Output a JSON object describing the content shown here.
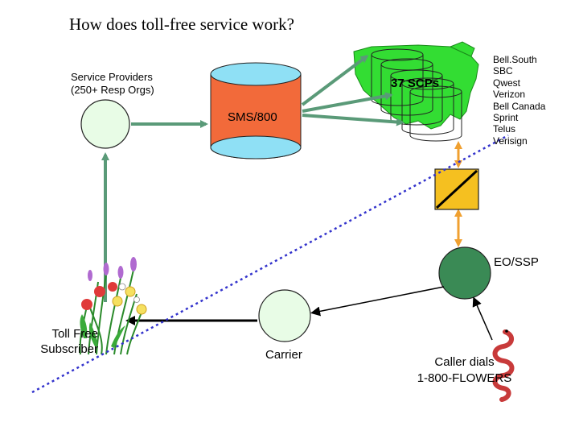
{
  "title": "How does toll-free service work?",
  "service_providers": {
    "line1": "Service Providers",
    "line2": "(250+ Resp Orgs)"
  },
  "sms_label": "SMS/800",
  "scp_label": "37 SCPs",
  "scp_carriers": [
    "Bell.South",
    "SBC",
    "Qwest",
    "Verizon",
    "Bell Canada",
    "Sprint",
    "Telus",
    "Verisign"
  ],
  "eo_label": "EO/SSP",
  "toll_free": {
    "line1": "Toll Free",
    "line2": "Subscriber"
  },
  "carrier_label": "Carrier",
  "caller": {
    "line1": "Caller dials",
    "line2": "1-800-FLOWERS"
  },
  "colors": {
    "node_light": "#e8fce6",
    "node_dark": "#3a8a55",
    "database": "#f26a3a",
    "database_top": "#8fe0f5",
    "map_green": "#33dd33",
    "arrow_green": "#5a9a78",
    "arrow_orange": "#f0a030",
    "switch_fill": "#f5c020",
    "dotted_line": "#3333cc",
    "worm": "#c83a3a"
  }
}
